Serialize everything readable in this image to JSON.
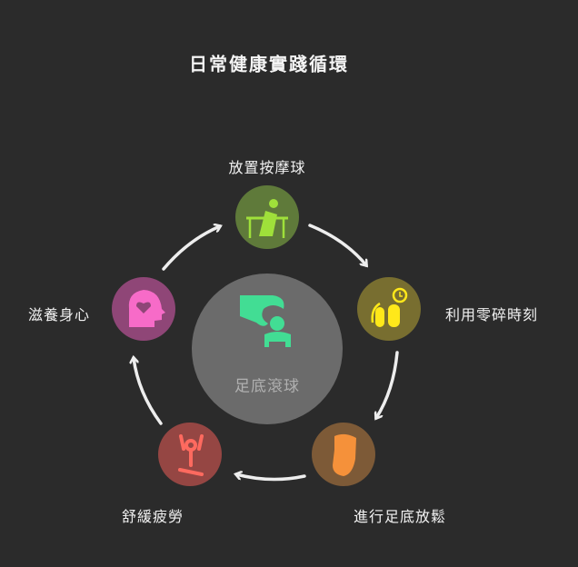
{
  "title": "日常健康實踐循環",
  "center": {
    "label": "足底滾球",
    "icon": "hand-placing-ball-icon",
    "color": "#42dd94"
  },
  "steps": [
    {
      "label": "放置按摩球",
      "icon": "person-at-desk-icon",
      "bg": "#5f7a3a",
      "fg": "#9fe03a"
    },
    {
      "label": "利用零碎時刻",
      "icon": "fingers-clock-icon",
      "bg": "#786e30",
      "fg": "#ffe81a"
    },
    {
      "label": "進行足底放鬆",
      "icon": "foot-icon",
      "bg": "#7d5a37",
      "fg": "#f5913a"
    },
    {
      "label": "舒緩疲勞",
      "icon": "meditation-icon",
      "bg": "#954643",
      "fg": "#ff6a5f"
    },
    {
      "label": "滋養身心",
      "icon": "head-heart-icon",
      "bg": "#8f4677",
      "fg": "#f76bc8"
    }
  ]
}
